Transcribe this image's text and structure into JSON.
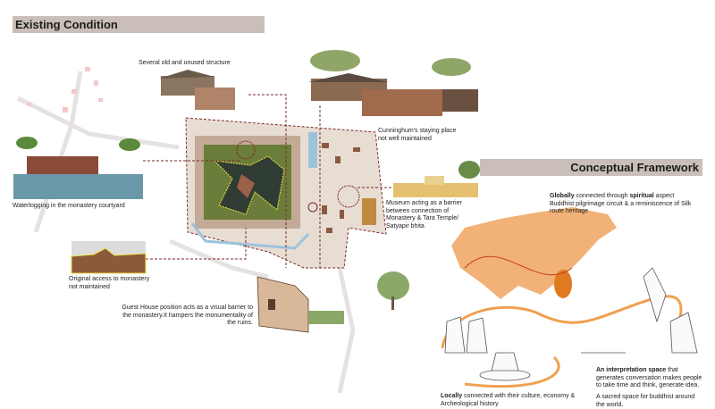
{
  "sections": {
    "existing_title": "Existing Condition",
    "framework_title": "Conceptual Framework"
  },
  "existing_captions": {
    "old_structure": "Several old and unused structure",
    "cunningham": "Cunninghum's staying place not well maintained",
    "waterlogging": "Waterlogging in the monastery courtyard",
    "museum": "Museum acting as a barrier between connection of Monastery & Tara Temple/ Satyapir bhita",
    "original_access": "Original access to monastery not maintained",
    "guest_house": "Guest House position acts as a visual barrier to the monastery.It hampers the monumentality of the ruins."
  },
  "framework_captions": {
    "global_bold1": "Globally",
    "global_text1": " connected through ",
    "global_bold2": "spiritual",
    "global_text2": " aspect Buddhist pilgrimage circuit & a reminiscence of Silk route heritage",
    "local_bold": "Locally",
    "local_text": " connected with their culture, economy & Archeological history",
    "interp_bold": "An interpretation space",
    "interp_text": " that generates conversation makes people to take time and think, generate idea.",
    "sacred": "A sacred space for buddhist around the world."
  },
  "colors": {
    "header_bar": "#c9bfb8",
    "site_fill": "#e8ddd3",
    "dashed_line": "#7a2a2a",
    "map_orange": "#f0a868",
    "courtyard_green": "#6b7d3a",
    "water_blue": "#9cc3dc"
  }
}
